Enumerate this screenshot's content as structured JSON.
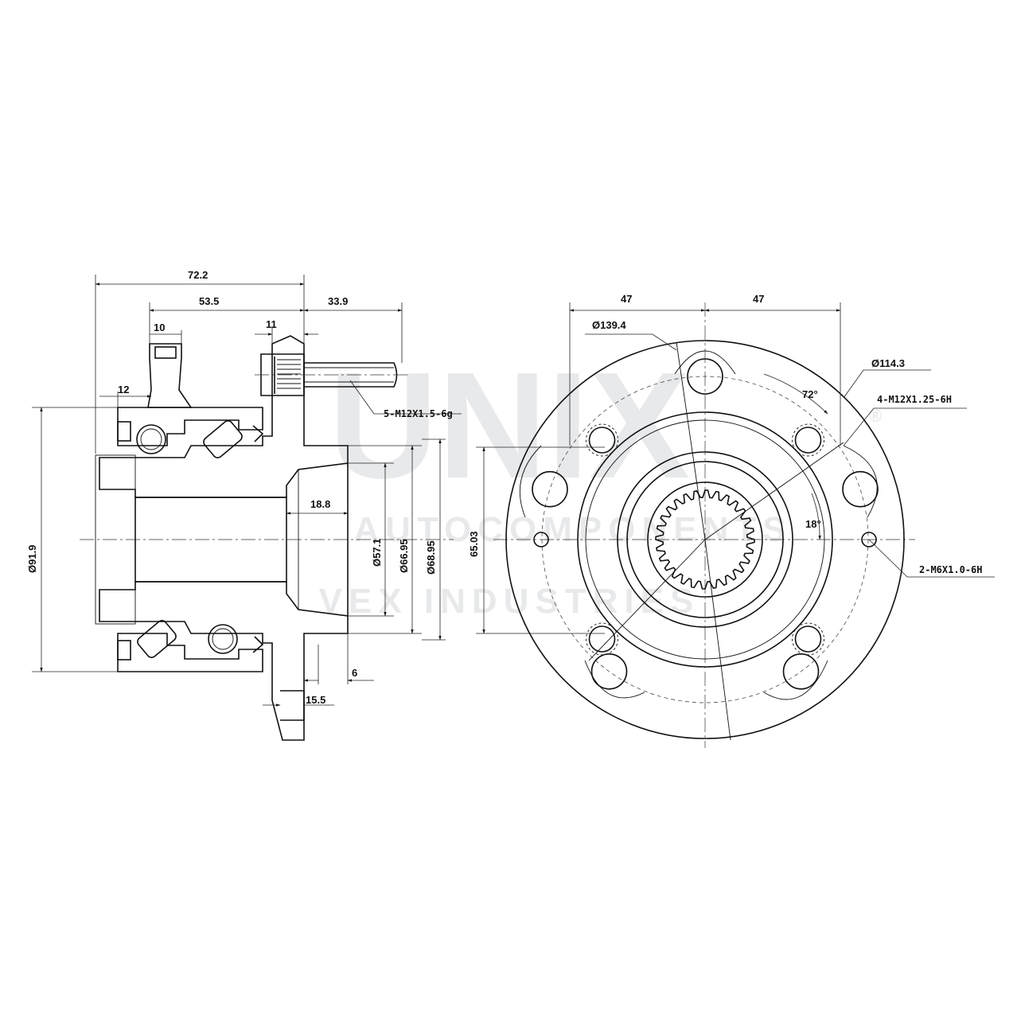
{
  "left_view": {
    "dims": {
      "overall_length": "72.2",
      "hub_length": "53.5",
      "stud_projection": "33.9",
      "sensor_boss": "10",
      "flange_thk": "11",
      "seal_offset": "12",
      "pilot_depth": "18.8",
      "outer_dia": "Ø91.9",
      "bore_dia": "Ø57.1",
      "pilot_dia_1": "Ø66.95",
      "pilot_dia_2": "Ø68.95",
      "step_6": "6",
      "step_15_5": "15.5"
    },
    "stud_note": "5-M12X1.5-6g"
  },
  "right_view": {
    "dims": {
      "half_width_left": "47",
      "half_width_right": "47",
      "flange_dia": "Ø139.4",
      "pcd_dia": "Ø114.3",
      "height": "65.03",
      "angle_72": "72°",
      "angle_18": "18°"
    },
    "thread_note_1": "4-M12X1.25-6H",
    "thread_note_2": "2-M6X1.0-6H"
  },
  "watermark": {
    "brand": "UNIX",
    "line_1": "AUTOCOMPONENTS",
    "line_2": "VEX INDUSTRIES",
    "mark": "®"
  }
}
